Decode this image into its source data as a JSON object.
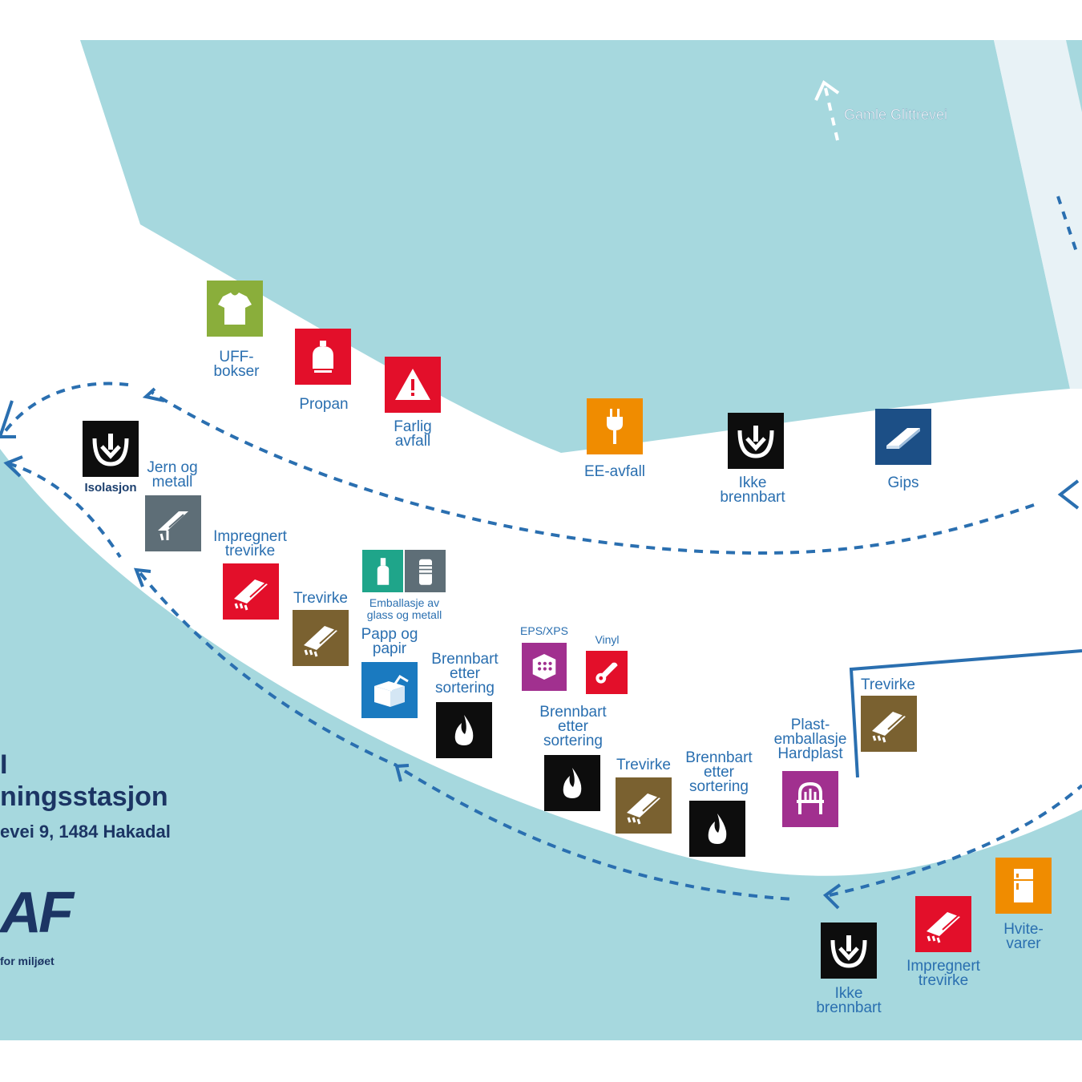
{
  "colors": {
    "water": "#a6d8de",
    "road": "#ffffff",
    "path": "#2a6fb0",
    "navy": "#1c3564",
    "green": "#8aae3b",
    "red": "#e30f2a",
    "orange": "#f08c00",
    "black": "#0d0d0d",
    "navy_blue": "#1c4f86",
    "slate": "#5e6e77",
    "brown": "#7a6130",
    "teal": "#1fa58a",
    "blue": "#1a7ac0",
    "purple": "#a1308f"
  },
  "road_label": "Gamle Glittrevei",
  "station": {
    "line1": "I",
    "line2": "ningsstasjon",
    "address": "evei 9, 1484 Hakadal",
    "logo_text": "AF",
    "tagline": "for miljøet"
  },
  "stations": {
    "uff": {
      "label": "UFF-\nbokser",
      "icon": "tshirt-icon"
    },
    "propan": {
      "label": "Propan",
      "icon": "gas-bottle-icon"
    },
    "farlig": {
      "label": "Farlig\navfall",
      "icon": "warning-icon"
    },
    "ee": {
      "label": "EE-avfall",
      "icon": "plug-icon"
    },
    "ikke_top": {
      "label": "Ikke\nbrennbart",
      "icon": "non-combustible-icon"
    },
    "gips": {
      "label": "Gips",
      "icon": "plasterboard-icon"
    },
    "isolasjon": {
      "label": "Isolasjon",
      "icon": "insulation-icon"
    },
    "jern": {
      "label": "Jern og\nmetall",
      "icon": "metal-icon"
    },
    "impregnert_left": {
      "label": "Impregnert\ntrevirke",
      "icon": "treated-wood-icon"
    },
    "trevirke_left": {
      "label": "Trevirke",
      "icon": "wood-icon"
    },
    "emballasje": {
      "label": "Emballasje av\nglass og metall",
      "icon": "bottle-can-icon"
    },
    "papp": {
      "label": "Papp og\npapir",
      "icon": "cardboard-box-icon"
    },
    "brennbart_1": {
      "label": "Brennbart\netter\nsortering",
      "icon": "flame-icon"
    },
    "eps": {
      "label": "EPS/XPS",
      "icon": "eps-icon"
    },
    "vinyl": {
      "label": "Vinyl",
      "icon": "vinyl-roll-icon"
    },
    "brennbart_2": {
      "label": "Brennbart\netter\nsortering",
      "icon": "flame-icon"
    },
    "trevirke_mid": {
      "label": "Trevirke",
      "icon": "wood-icon"
    },
    "brennbart_3": {
      "label": "Brennbart\netter\nsortering",
      "icon": "flame-icon"
    },
    "plast": {
      "label": "Plast-\nemballasje\nHardplast",
      "icon": "plastic-chair-icon"
    },
    "trevirke_right": {
      "label": "Trevirke",
      "icon": "wood-icon"
    },
    "hvitevarer": {
      "label": "Hvite-\nvarer",
      "icon": "fridge-icon"
    },
    "impregnert_right": {
      "label": "Impregnert\ntrevirke",
      "icon": "treated-wood-icon"
    },
    "ikke_bottom": {
      "label": "Ikke\nbrennbart",
      "icon": "non-combustible-icon"
    }
  }
}
